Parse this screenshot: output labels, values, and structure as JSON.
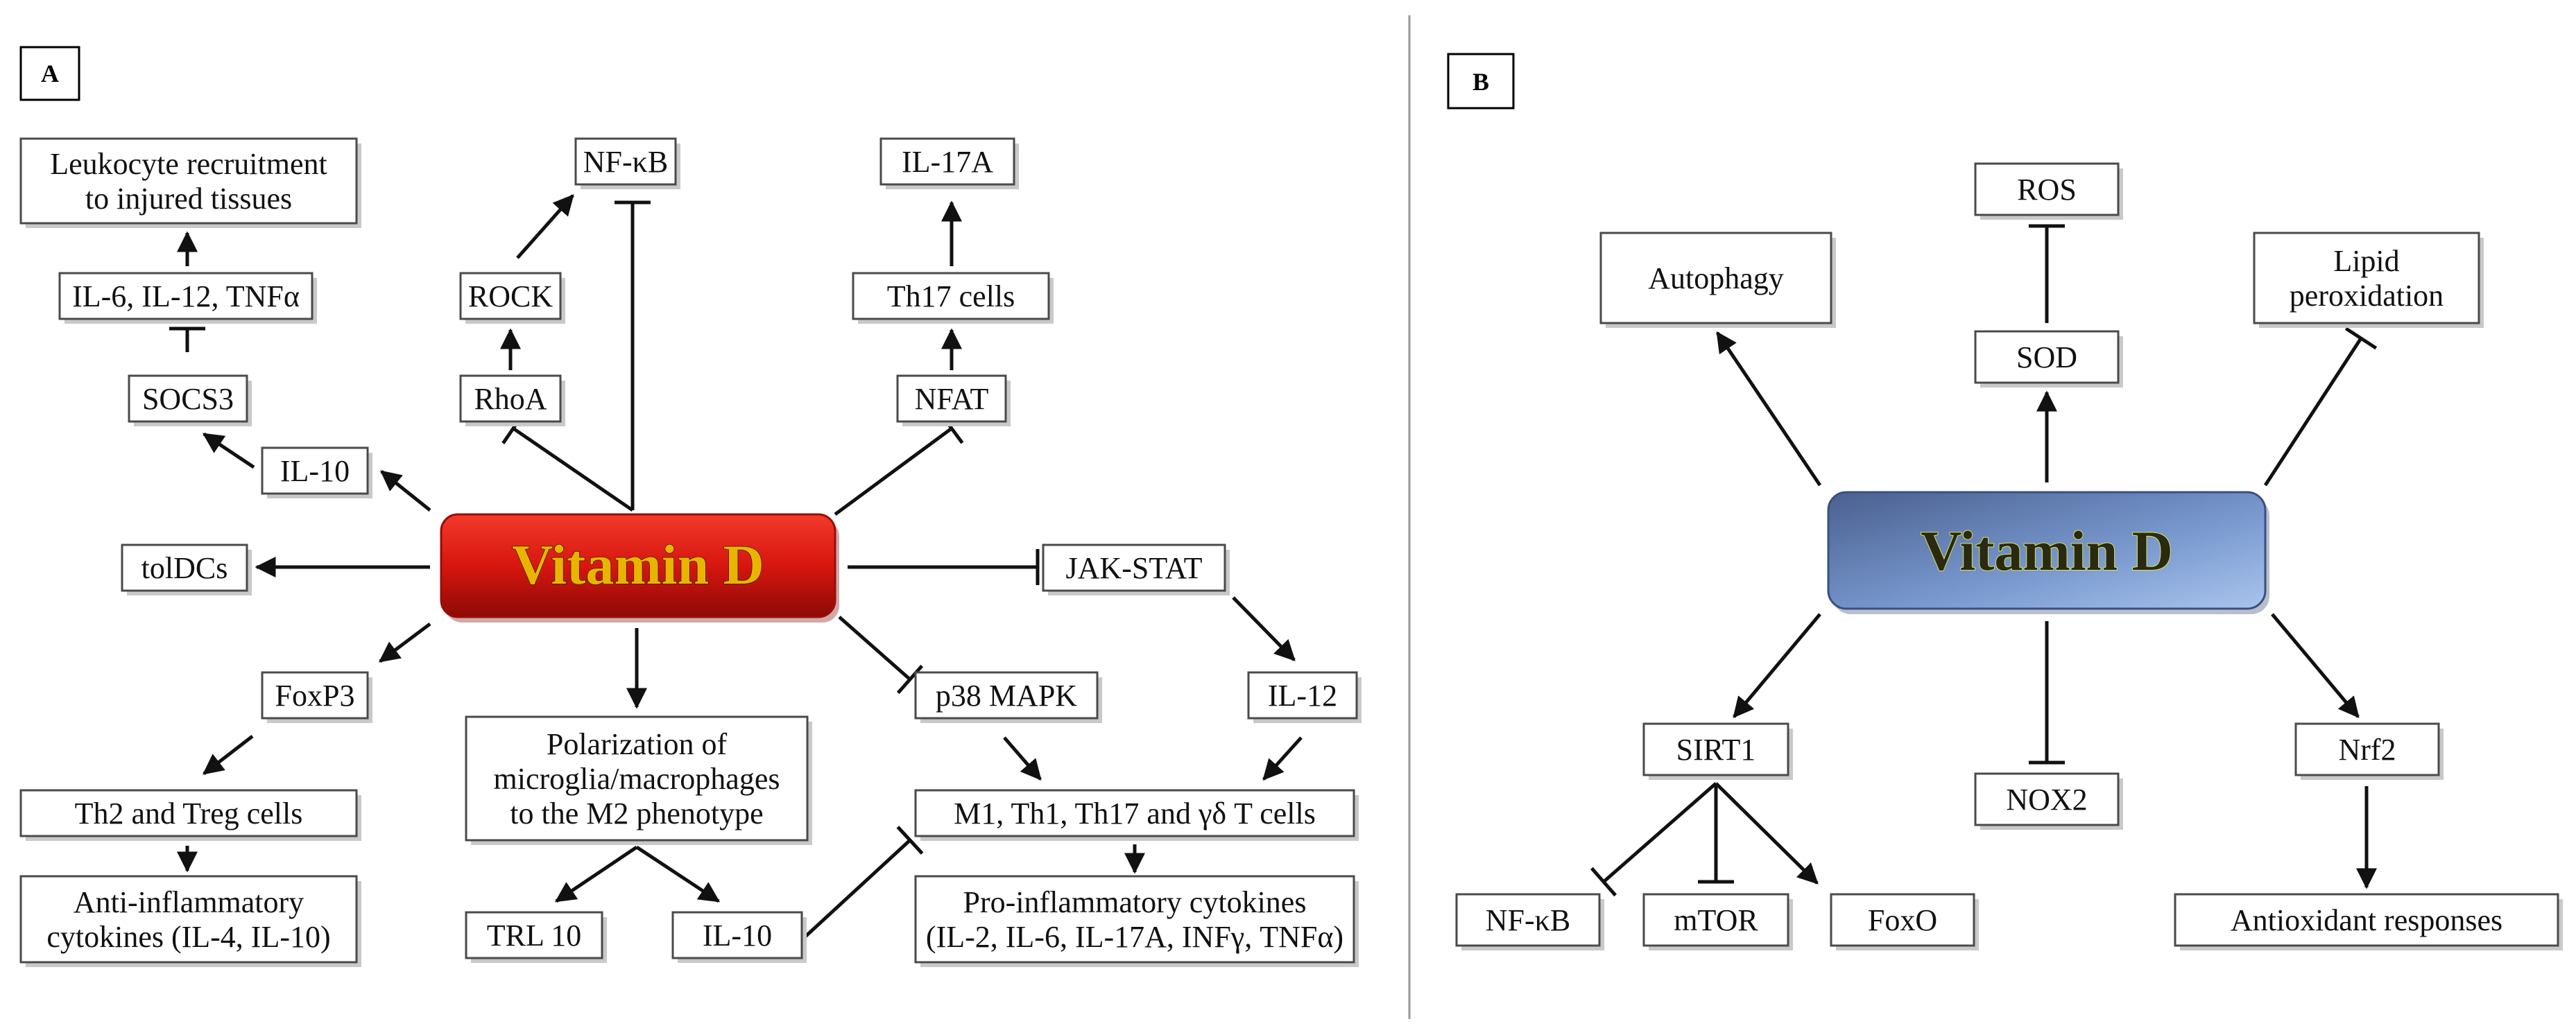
{
  "panels": {
    "a": {
      "label": "A",
      "center": "Vitamin D",
      "nodes": {
        "leukocyte": [
          "Leukocyte recruitment",
          "to injured tissues"
        ],
        "il6_12_tnf": [
          "IL-6, IL-12, TNFα"
        ],
        "socs3": [
          "SOCS3"
        ],
        "il10_top": [
          "IL-10"
        ],
        "toldcs": [
          "tolDCs"
        ],
        "foxp3": [
          "FoxP3"
        ],
        "th2treg": [
          "Th2 and Treg cells"
        ],
        "anti_inflam": [
          "Anti-inflammatory",
          "cytokines (IL-4, IL-10)"
        ],
        "nfkb": [
          "NF-κB"
        ],
        "rock": [
          "ROCK"
        ],
        "rhoa": [
          "RhoA"
        ],
        "il17a": [
          "IL-17A"
        ],
        "th17": [
          "Th17 cells"
        ],
        "nfat": [
          "NFAT"
        ],
        "jakstat": [
          "JAK-STAT"
        ],
        "polarization": [
          "Polarization of",
          "microglia/macrophages",
          "to the M2 phenotype"
        ],
        "trl10": [
          "TRL 10"
        ],
        "il10_bottom": [
          "IL-10"
        ],
        "p38": [
          "p38 MAPK"
        ],
        "il12": [
          "IL-12"
        ],
        "m1": [
          "M1, Th1, Th17 and γδ T cells"
        ],
        "pro_inflam": [
          "Pro-inflammatory cytokines",
          "(IL-2, IL-6, IL-17A, INFγ, TNFα)"
        ]
      }
    },
    "b": {
      "label": "B",
      "center": "Vitamin D",
      "nodes": {
        "autophagy": [
          "Autophagy"
        ],
        "ros": [
          "ROS"
        ],
        "sod": [
          "SOD"
        ],
        "lipid": [
          "Lipid",
          "peroxidation"
        ],
        "sirt1": [
          "SIRT1"
        ],
        "nox2": [
          "NOX2"
        ],
        "nrf2": [
          "Nrf2"
        ],
        "nfkb": [
          "NF-κB"
        ],
        "mtor": [
          "mTOR"
        ],
        "foxo": [
          "FoxO"
        ],
        "antioxidant": [
          "Antioxidant responses"
        ]
      }
    }
  },
  "colors": {
    "center_a_fill": "#d8160f",
    "center_b_fill": "#6f8fc0",
    "edge": "#111111",
    "box_border": "#4a4a4a"
  }
}
